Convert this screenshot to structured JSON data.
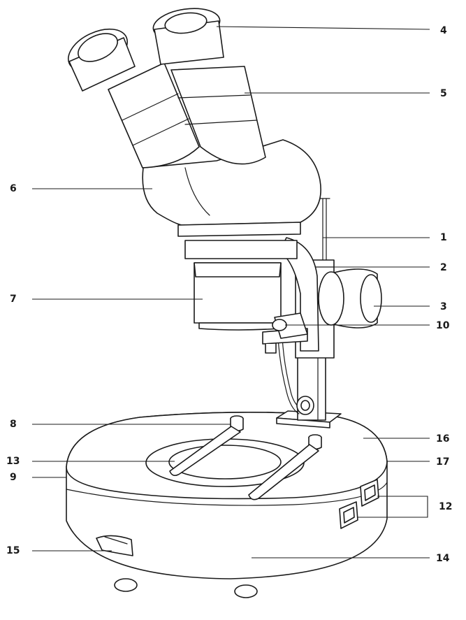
{
  "callouts": [
    {
      "id": "4",
      "text": "4"
    },
    {
      "id": "5",
      "text": "5"
    },
    {
      "id": "6",
      "text": "6"
    },
    {
      "id": "1",
      "text": "1"
    },
    {
      "id": "2",
      "text": "2"
    },
    {
      "id": "7",
      "text": "7"
    },
    {
      "id": "3",
      "text": "3"
    },
    {
      "id": "10",
      "text": "10"
    },
    {
      "id": "8",
      "text": "8"
    },
    {
      "id": "16",
      "text": "16"
    },
    {
      "id": "13",
      "text": "13"
    },
    {
      "id": "17",
      "text": "17"
    },
    {
      "id": "9",
      "text": "9"
    },
    {
      "id": "12",
      "text": "12"
    },
    {
      "id": "15",
      "text": "15"
    },
    {
      "id": "14",
      "text": "14"
    }
  ],
  "colors": {
    "ink": "#1a1a1a",
    "background": "#ffffff"
  }
}
